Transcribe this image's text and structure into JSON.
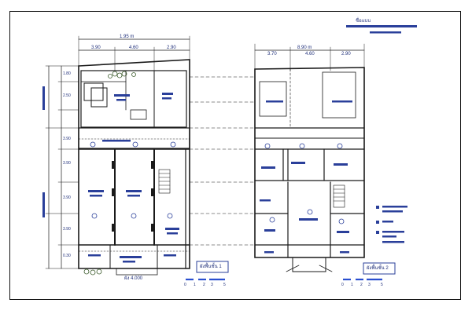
{
  "colors": {
    "ink": "#1a1a1a",
    "blue_ink": "#2a3f9a",
    "scale_blue": "#2a4fd0",
    "plant_green": "#3a5a2a"
  },
  "left_plan": {
    "top_width": "1.95 m",
    "top_segments": [
      "3.90",
      "4.60",
      "2.90"
    ],
    "left_side_dims": [
      "1.80",
      "2.50",
      "3.90",
      "3.90",
      "3.90",
      "3.90",
      "0.30"
    ],
    "bottom_note": "ผัง 4.000",
    "floor_tag": "ผังพื้นชั้น 1"
  },
  "right_plan": {
    "top_width": "8.90 m",
    "top_segments": [
      "3.70",
      "4.60",
      "2.90"
    ],
    "floor_tag": "ผังพื้นชั้น 2"
  },
  "sheet_title": "ชื่อแบบ",
  "scale_ticks": [
    "0",
    "1",
    "2",
    "3",
    "5"
  ]
}
